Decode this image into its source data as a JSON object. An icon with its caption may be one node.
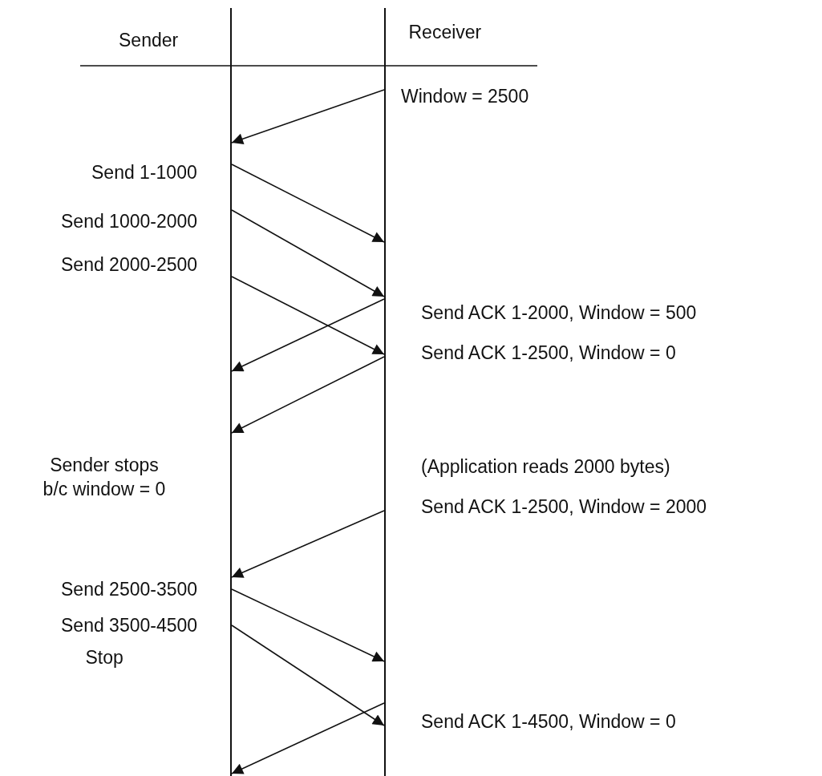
{
  "diagram": {
    "nodes": [
      {
        "text": [],
        "shape": "bar"
      },
      {
        "text": [],
        "shape": "bar"
      }
    ],
    "edges": [
      {
        "from": 1,
        "to": 0,
        "arrow": "to"
      },
      {
        "from": 0,
        "to": 1,
        "arrow": "to"
      },
      {
        "from": 0,
        "to": 1,
        "arrow": "to"
      },
      {
        "from": 0,
        "to": 1,
        "arrow": "to"
      },
      {
        "from": 1,
        "to": 0,
        "arrow": "to"
      },
      {
        "from": 1,
        "to": 0,
        "arrow": "to"
      },
      {
        "from": 1,
        "to": 0,
        "arrow": "to"
      },
      {
        "from": 0,
        "to": 1,
        "arrow": "to"
      },
      {
        "from": 0,
        "to": 1,
        "arrow": "to"
      },
      {
        "from": 1,
        "to": 0,
        "arrow": "to"
      }
    ],
    "labels": [
      "Sender",
      "Receiver",
      "Window = 2500",
      "Send 1-1000",
      "Send 1000-2000",
      "Send 2000-2500",
      "Send ACK 1-2000, Window = 500",
      "Send ACK 1-2500, Window = 0",
      "Sender stops b/c window = 0",
      "(Application reads 2000 bytes)",
      "Send ACK 1-2500, Window = 2000",
      "Send 2500-3500",
      "Send 3500-4500",
      "Stop",
      "Send ACK 1-4500, Window = 0"
    ]
  }
}
